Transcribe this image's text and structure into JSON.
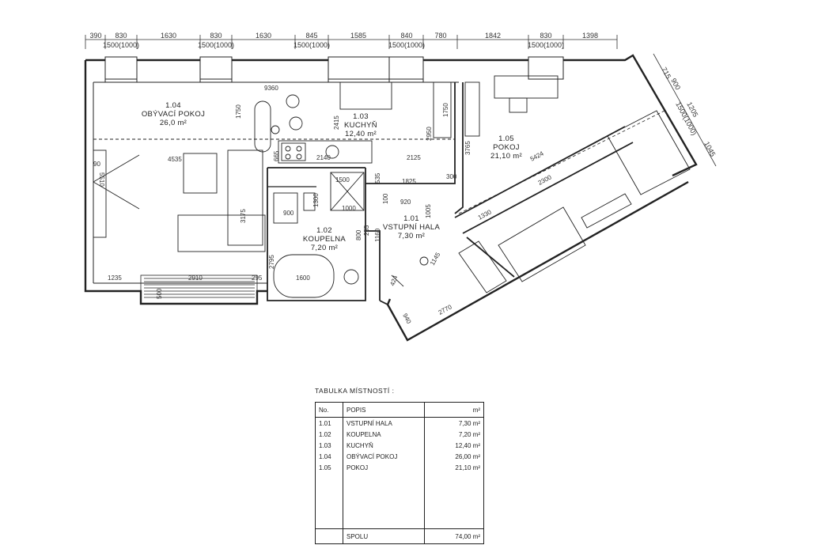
{
  "top_dims": {
    "row1": [
      "390",
      "830",
      "1630",
      "830",
      "1630",
      "845",
      "1585",
      "840",
      "780",
      "1842",
      "830",
      "1398"
    ],
    "row2": [
      "1500(1000)",
      "1500(1000)",
      "1500(1000)",
      "1500(1000)",
      "1500(1000)"
    ]
  },
  "right_dims": [
    "715",
    "900",
    "1205",
    "1500(1000)",
    "1045"
  ],
  "interior_dims": {
    "d9360": "9360",
    "d1750a": "1750",
    "d2415": "2415",
    "d2950": "2950",
    "d1750b": "1750",
    "d665": "665",
    "d2140": "2140",
    "d2125": "2125",
    "d4535": "4535",
    "d3175": "3175",
    "d1300": "1300",
    "d900": "900",
    "d1500": "1500",
    "d1000": "1000",
    "d535": "535",
    "d1825": "1825",
    "d300": "300",
    "d920": "920",
    "d100": "100",
    "d1005": "1005",
    "d800": "800",
    "d255": "255",
    "d1160": "1160",
    "d2795": "2795",
    "d1600": "1600",
    "d1235": "1235",
    "d2910": "2910",
    "d295": "295",
    "d1145": "1145",
    "d424": "424",
    "d2770": "2770",
    "d940": "940",
    "d3765": "3765",
    "d5424": "5424",
    "d2300": "2300",
    "d1330": "1330",
    "d5510": "5510",
    "d90": "90",
    "d500": "500"
  },
  "rooms": {
    "r104": {
      "no": "1.04",
      "name": "OBÝVACÍ POKOJ",
      "area": "26,0  m²"
    },
    "r103": {
      "no": "1.03",
      "name": "KUCHYŇ",
      "area": "12,40  m²"
    },
    "r105": {
      "no": "1.05",
      "name": "POKOJ",
      "area": "21,10  m²"
    },
    "r102": {
      "no": "1.02",
      "name": "KOUPELNA",
      "area": "7,20  m²"
    },
    "r101": {
      "no": "1.01",
      "name": "VSTUPNÍ HALA",
      "area": "7,30  m²"
    }
  },
  "table": {
    "title": "TABULKA MÍSTNOSTÍ :",
    "headers": {
      "no": "No.",
      "desc": "POPIS",
      "unit": "m²"
    },
    "rows": [
      {
        "no": "1.01",
        "desc": "VSTUPNÍ HALA",
        "area": "7,30  m²"
      },
      {
        "no": "1.02",
        "desc": "KOUPELNA",
        "area": "7,20  m²"
      },
      {
        "no": "1.03",
        "desc": "KUCHYŇ",
        "area": "12,40  m²"
      },
      {
        "no": "1.04",
        "desc": "OBÝVACÍ POKOJ",
        "area": "26,00  m²"
      },
      {
        "no": "1.05",
        "desc": "POKOJ",
        "area": "21,10  m²"
      }
    ],
    "total": {
      "label": "SPOLU",
      "area": "74,00  m²"
    }
  }
}
